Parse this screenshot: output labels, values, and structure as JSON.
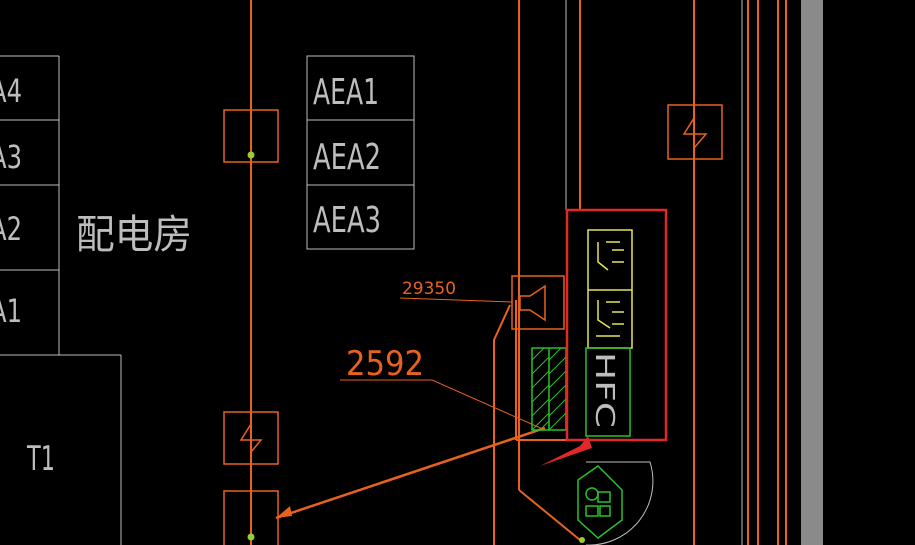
{
  "canvas": {
    "background": "#000000"
  },
  "colors": {
    "grey_line": "#bdbdbd",
    "orange": "#e8621e",
    "yellow": "#e6e35a",
    "green": "#27c22b",
    "red_highlight": "#e02828",
    "right_bar": "#8a8a8a",
    "dot": "#9acd32"
  },
  "labels": {
    "room_name": "配电房",
    "left_panels": [
      "A4",
      "A3",
      "A2",
      "A1"
    ],
    "transformer": "T1",
    "center_panels": [
      "AEA1",
      "AEA2",
      "AEA3"
    ],
    "dim_small": "29350",
    "dim_large": "2592",
    "device_text": "HFC"
  },
  "icons": {
    "break_symbol": "zigzag-break-icon",
    "fire_symbol": "fire-extinguisher-icon",
    "speaker_symbol": "speaker-icon",
    "switch_symbol": "switch-symbol-icon"
  }
}
